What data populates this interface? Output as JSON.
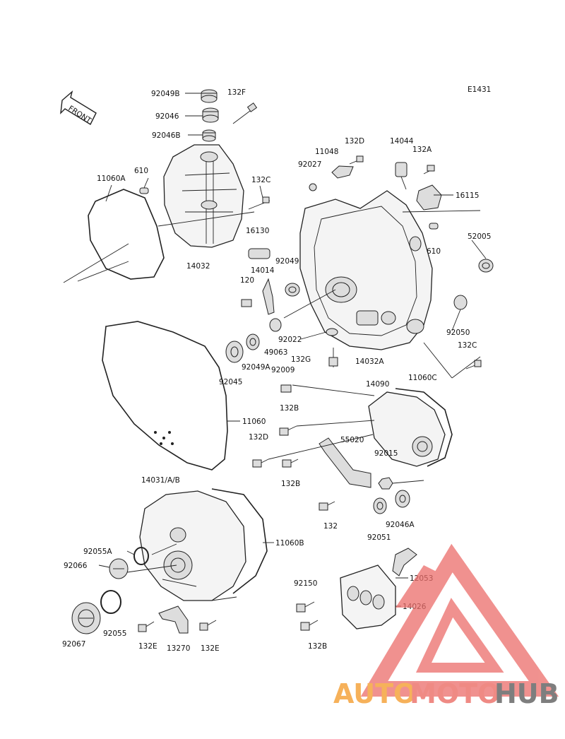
{
  "diagram_code": "E1431",
  "front_label": "FRONT",
  "watermark": {
    "part1": "AUTO",
    "part2": "MOTO",
    "part3": "HUB",
    "color1": "#f6b15a",
    "color2": "#ef8a84",
    "color3": "#7e7e7e",
    "logo_color": "#ec6d6a"
  },
  "labels": {
    "l92049B": "92049B",
    "l92046": "92046",
    "l92046B": "92046B",
    "l132F": "132F",
    "l11060A": "11060A",
    "l610a": "610",
    "l132C_a": "132C",
    "l16130": "16130",
    "l14032": "14032",
    "l92027": "92027",
    "l11048": "11048",
    "l132D_a": "132D",
    "l14044": "14044",
    "l132A": "132A",
    "l16115": "16115",
    "l52005": "52005",
    "l610b": "610",
    "l92049": "92049",
    "l14014": "14014",
    "l120": "120",
    "l92022": "92022",
    "l49063": "49063",
    "l132G": "132G",
    "l92050": "92050",
    "l132C_b": "132C",
    "l92045": "92045",
    "l92049A": "92049A",
    "l92009": "92009",
    "l14032A": "14032A",
    "l14090": "14090",
    "l11060C": "11060C",
    "l132B_a": "132B",
    "l11060": "11060",
    "l132D_b": "132D",
    "l55020": "55020",
    "l92015": "92015",
    "l132B_b": "132B",
    "l14031": "14031/A/B",
    "l132": "132",
    "l92046A": "92046A",
    "l92051": "92051",
    "l92055A": "92055A",
    "l11060B": "11060B",
    "l92066": "92066",
    "l92150": "92150",
    "l12053": "12053",
    "l14026": "14026",
    "l92055": "92055",
    "l92067": "92067",
    "l132E_a": "132E",
    "l13270": "13270",
    "l132E_b": "132E",
    "l132B_c": "132B"
  }
}
